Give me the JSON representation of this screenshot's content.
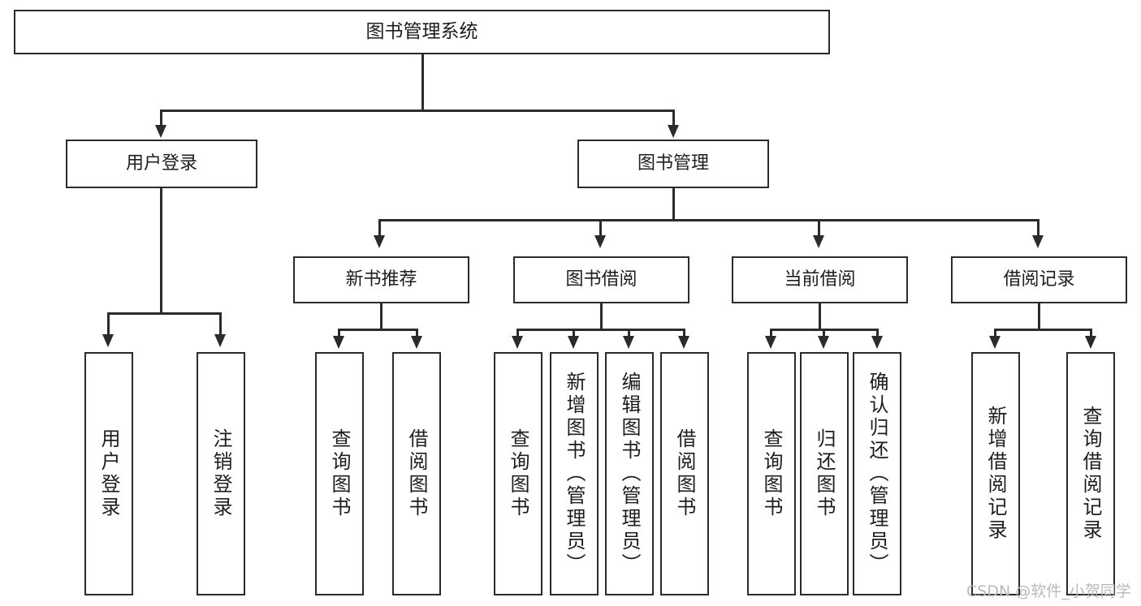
{
  "diagram": {
    "title": "图书管理系统",
    "type": "function-structure-tree",
    "root": {
      "label": "图书管理系统"
    },
    "level2": [
      {
        "id": "user-login",
        "label": "用户登录"
      },
      {
        "id": "book-management",
        "label": "图书管理"
      }
    ],
    "level3": [
      {
        "id": "new-book-recommend",
        "label": "新书推荐",
        "parent": "book-management"
      },
      {
        "id": "book-borrow",
        "label": "图书借阅",
        "parent": "book-management"
      },
      {
        "id": "current-borrow",
        "label": "当前借阅",
        "parent": "book-management"
      },
      {
        "id": "borrow-record",
        "label": "借阅记录",
        "parent": "book-management"
      }
    ],
    "leaves": [
      {
        "id": "leaf-user-login",
        "label": "用户登录",
        "parent": "user-login"
      },
      {
        "id": "leaf-logout-login",
        "label": "注销登录",
        "parent": "user-login"
      },
      {
        "id": "leaf-query-book-1",
        "label": "查询图书",
        "parent": "new-book-recommend"
      },
      {
        "id": "leaf-borrow-book-1",
        "label": "借阅图书",
        "parent": "new-book-recommend"
      },
      {
        "id": "leaf-query-book-2",
        "label": "查询图书",
        "parent": "book-borrow"
      },
      {
        "id": "leaf-add-book",
        "label": "新增图书（管理员）",
        "parent": "book-borrow"
      },
      {
        "id": "leaf-edit-book",
        "label": "编辑图书（管理员）",
        "parent": "book-borrow"
      },
      {
        "id": "leaf-borrow-book-2",
        "label": "借阅图书",
        "parent": "book-borrow"
      },
      {
        "id": "leaf-query-book-3",
        "label": "查询图书",
        "parent": "current-borrow"
      },
      {
        "id": "leaf-return-book",
        "label": "归还图书",
        "parent": "current-borrow"
      },
      {
        "id": "leaf-confirm-return",
        "label": "确认归还（管理员）",
        "parent": "current-borrow"
      },
      {
        "id": "leaf-add-borrow-record",
        "label": "新增借阅记录",
        "parent": "borrow-record"
      },
      {
        "id": "leaf-query-borrow-record",
        "label": "查询借阅记录",
        "parent": "borrow-record"
      }
    ],
    "colors": {
      "box_border": "#2b2b2b",
      "box_fill": "#ffffff",
      "text": "#1d1d1d",
      "connector": "#2b2b2b",
      "watermark": "#b9b9b9",
      "background": "#ffffff"
    }
  },
  "watermark": {
    "text": "CSDN @软件_小贺同学"
  }
}
